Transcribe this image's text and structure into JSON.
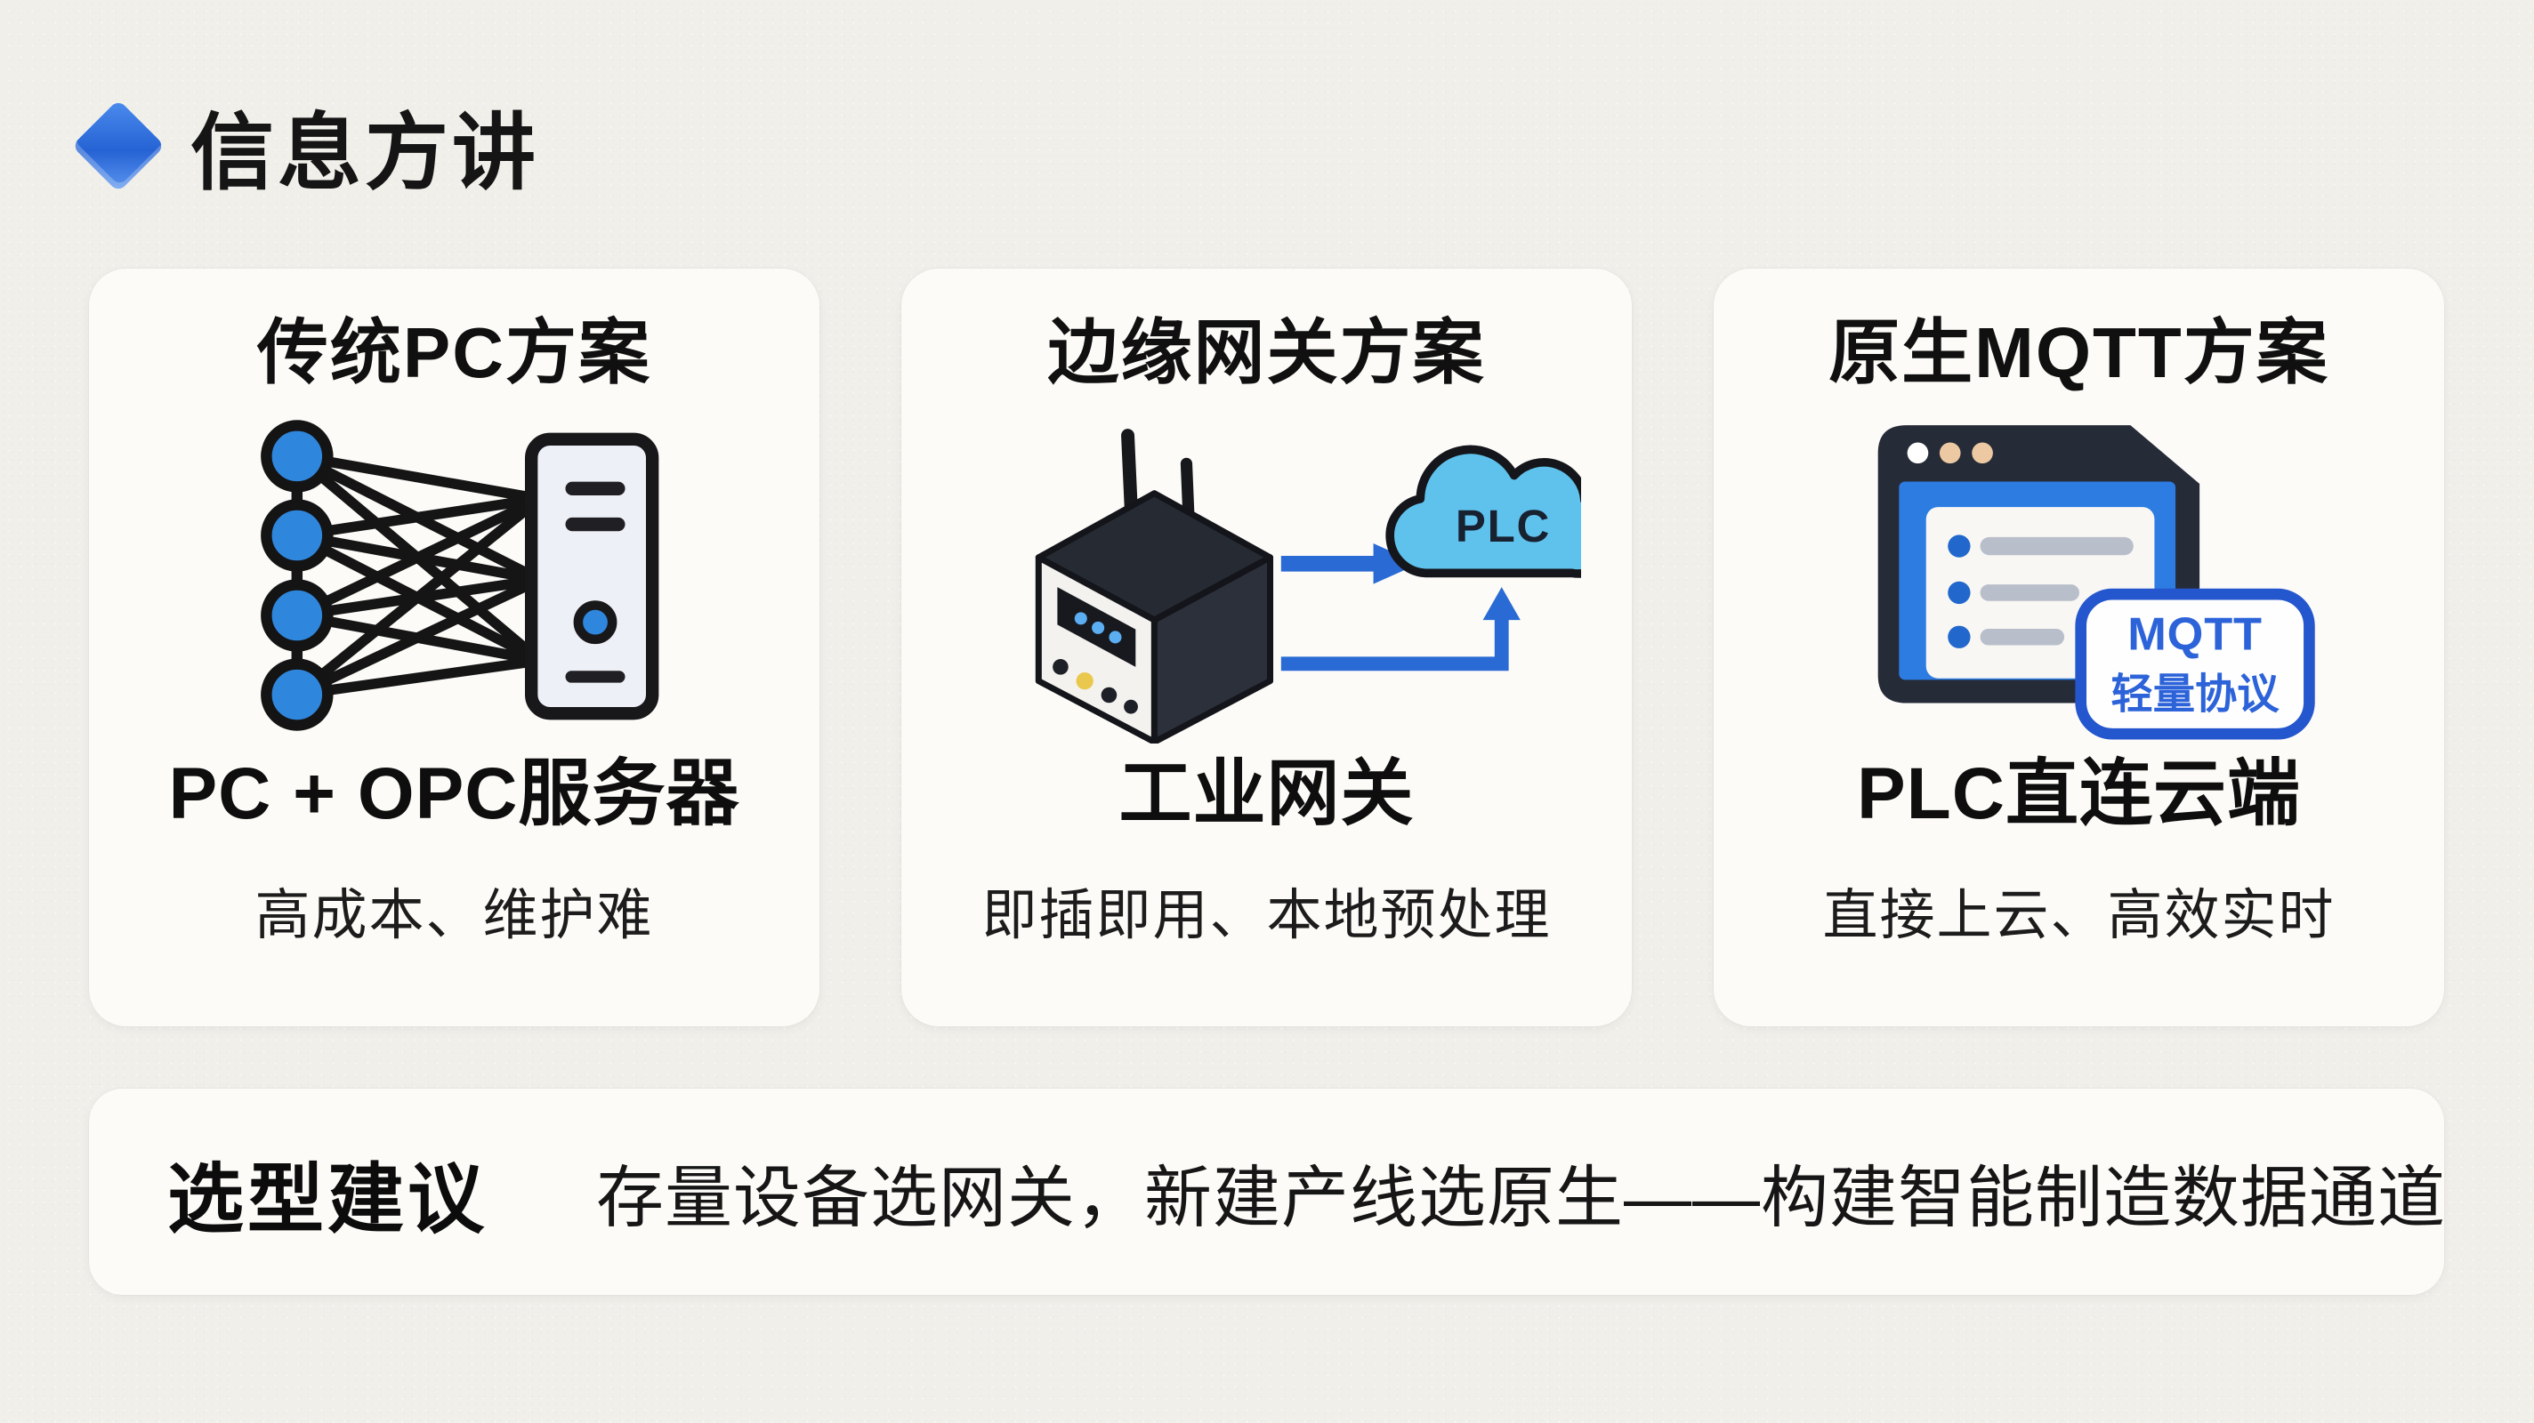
{
  "page": {
    "background_color": "#f0efea",
    "card_background": "#fcfbf8",
    "accent_blue": "#2b6ad6",
    "node_blue": "#2f86dd",
    "cloud_blue": "#5fc2ec",
    "led_yellow": "#eac84e"
  },
  "header": {
    "title": "信息方讲"
  },
  "cards": [
    {
      "title": "传统PC方案",
      "icon": "network-pc-icon",
      "subtitle": "PC + OPC服务器",
      "description": "高成本、维护难"
    },
    {
      "title": "边缘网关方案",
      "icon": "gateway-cloud-icon",
      "cloud_label": "PLC",
      "subtitle": "工业网关",
      "description": "即插即用、本地预处理"
    },
    {
      "title": "原生MQTT方案",
      "icon": "mqtt-window-icon",
      "badge_line1": "MQTT",
      "badge_line2": "轻量协议",
      "subtitle": "PLC直连云端",
      "description": "直接上云、高效实时"
    }
  ],
  "recommendation": {
    "label": "选型建议",
    "text": "存量设备选网关，新建产线选原生——构建智能制造数据通道"
  }
}
